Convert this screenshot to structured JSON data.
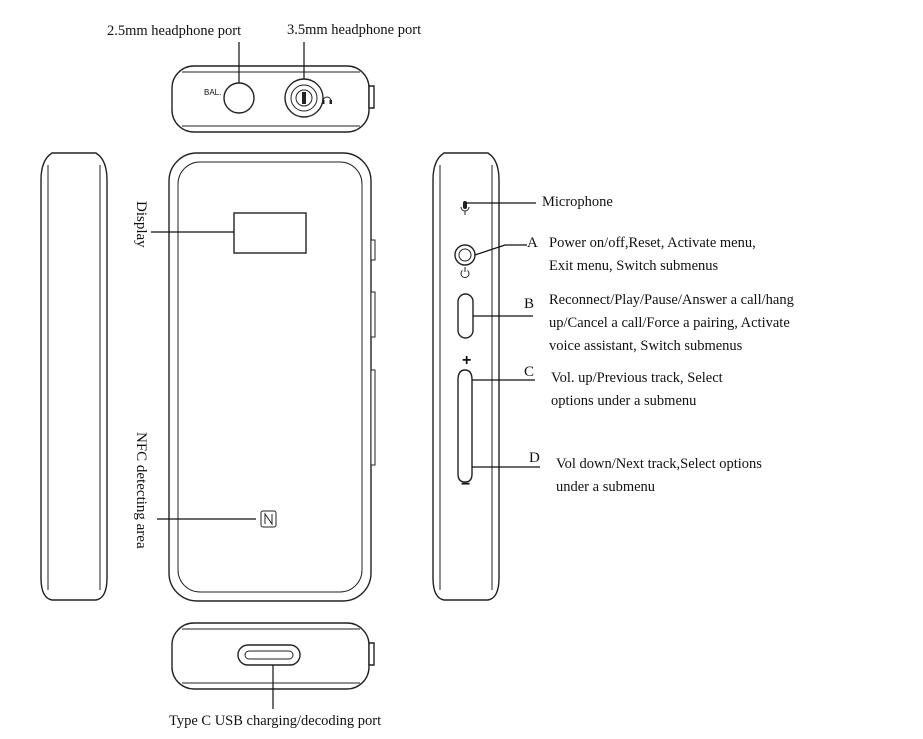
{
  "callouts": {
    "port_25": "2.5mm headphone port",
    "port_35": "3.5mm headphone port",
    "bal_label": "BAL.",
    "display": "Display",
    "nfc": "NFC detecting area",
    "microphone": "Microphone",
    "usb": "Type C USB charging/decoding port",
    "plus_sign": "+",
    "minus_sign": "−"
  },
  "buttons": [
    {
      "letter": "A",
      "lines": [
        "Power on/off,Reset, Activate menu,",
        "Exit menu, Switch submenus"
      ]
    },
    {
      "letter": "B",
      "lines": [
        "Reconnect/Play/Pause/Answer a call/hang",
        "up/Cancel a call/Force a pairing, Activate",
        "voice assistant, Switch submenus"
      ]
    },
    {
      "letter": "C",
      "lines": [
        "Vol. up/Previous track, Select",
        "options under a submenu"
      ]
    },
    {
      "letter": "D",
      "lines": [
        "Vol down/Next track,Select options",
        "under a submenu"
      ]
    }
  ]
}
